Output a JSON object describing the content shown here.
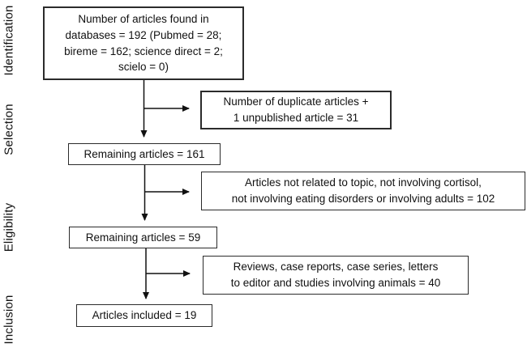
{
  "colors": {
    "border": "#2b2b2b",
    "text": "#111111",
    "background": "#ffffff"
  },
  "stages": [
    {
      "id": "identification",
      "label": "Identification"
    },
    {
      "id": "selection",
      "label": "Selection"
    },
    {
      "id": "eligibility",
      "label": "Eligibility"
    },
    {
      "id": "inclusion",
      "label": "Inclusion"
    }
  ],
  "flow": {
    "identified": {
      "text": "Number of articles found in\ndatabases = 192 (Pubmed = 28;\nbireme = 162; science direct = 2;\nscielo = 0)",
      "count": 192
    },
    "excluded_duplicates": {
      "text": "Number of duplicate articles +\n1 unpublished article = 31",
      "count": 31
    },
    "remaining_after_selection": {
      "text": "Remaining articles = 161",
      "count": 161
    },
    "excluded_not_related": {
      "text": "Articles not related to topic, not involving cortisol,\nnot involving eating disorders or involving adults = 102",
      "count": 102
    },
    "remaining_after_eligibility": {
      "text": "Remaining articles = 59",
      "count": 59
    },
    "excluded_reviews": {
      "text": "Reviews, case reports, case series, letters\nto editor and studies involving animals = 40",
      "count": 40
    },
    "included": {
      "text": "Articles included = 19",
      "count": 19
    }
  }
}
